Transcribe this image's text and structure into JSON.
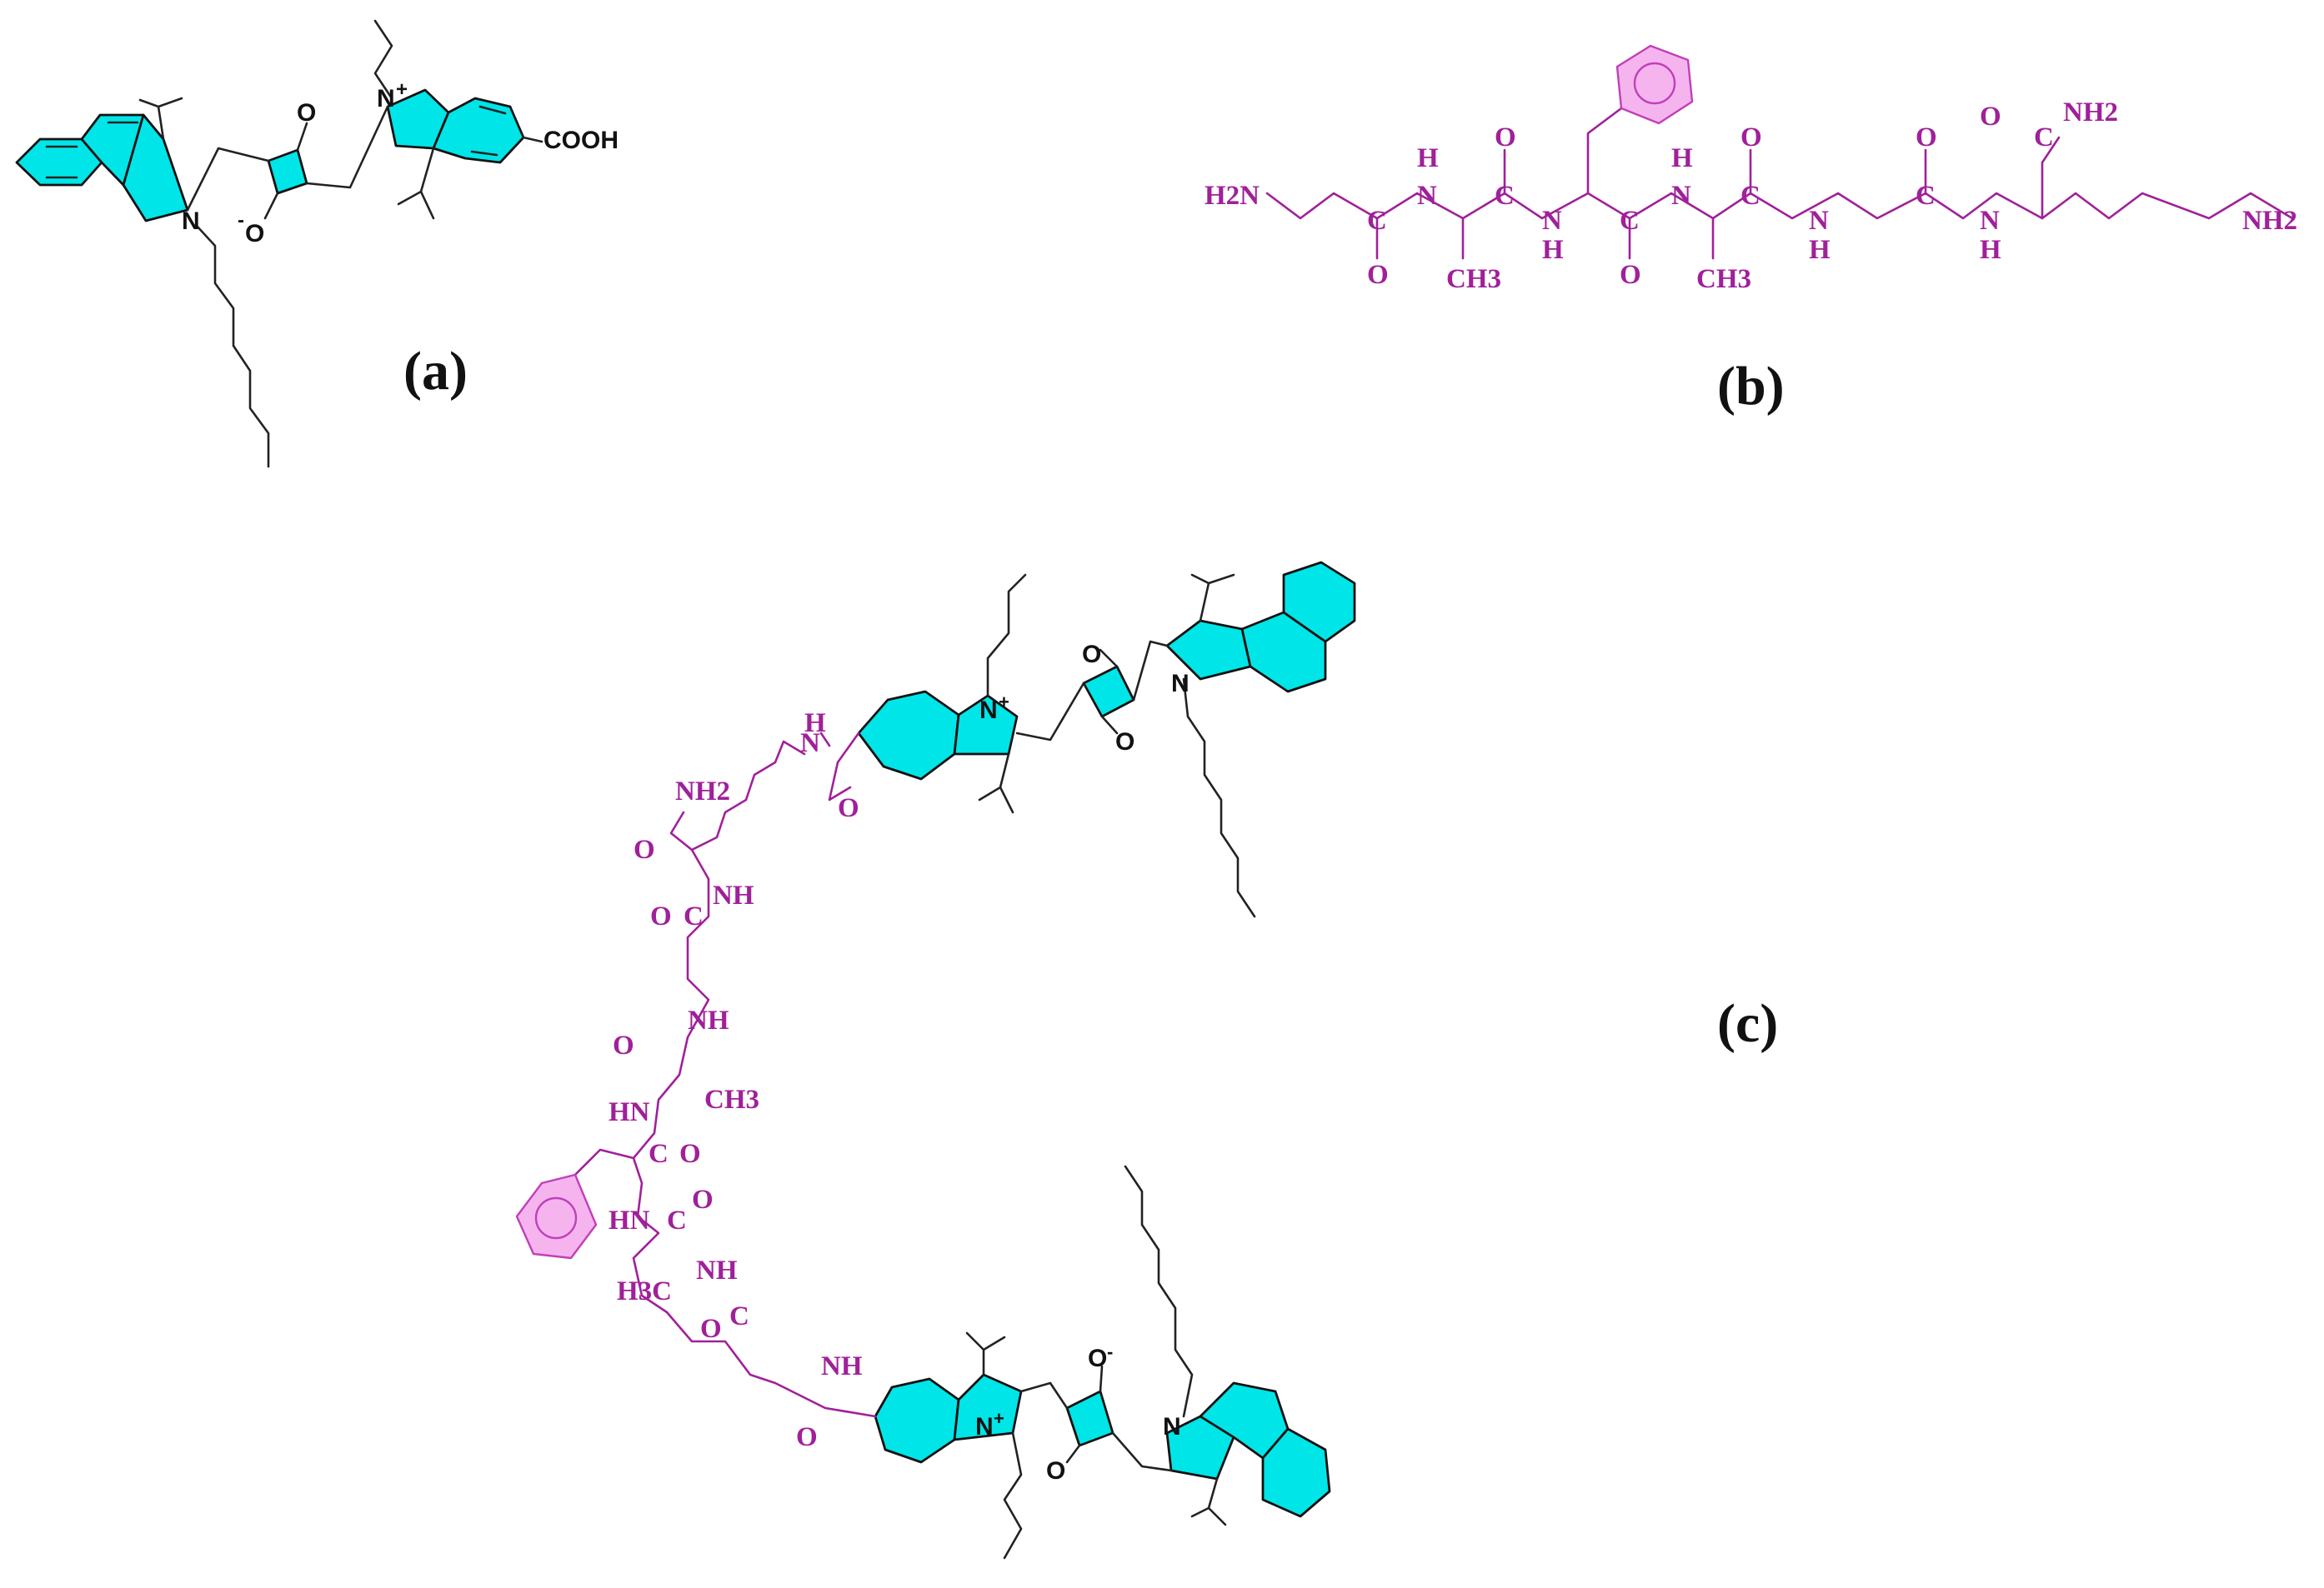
{
  "panels": {
    "a": {
      "label": "(a)"
    },
    "b": {
      "label": "(b)"
    },
    "c": {
      "label": "(c)"
    }
  },
  "dye_atoms": {
    "carbonyl_O": "O",
    "oxide_O": "O",
    "oxide_charge": "-",
    "indolium_N": "N",
    "indolium_charge": "+",
    "benz_N": "N",
    "acid": "COOH"
  },
  "peptide_atoms": {
    "amine_end": "H2N",
    "amine_end_chain": "NH2",
    "amide_end": "NH2",
    "amide_NH": "NH",
    "amide_HN": "HN",
    "N": "N",
    "H": "H",
    "C": "C",
    "O": "O",
    "methyl": "CH3",
    "methyl_left": "H3C"
  },
  "colors": {
    "dye_fill": "#00e5e8",
    "peptide": "#a0209a",
    "phenyl_fill": "#f6b4ef",
    "bond": "#222222"
  }
}
